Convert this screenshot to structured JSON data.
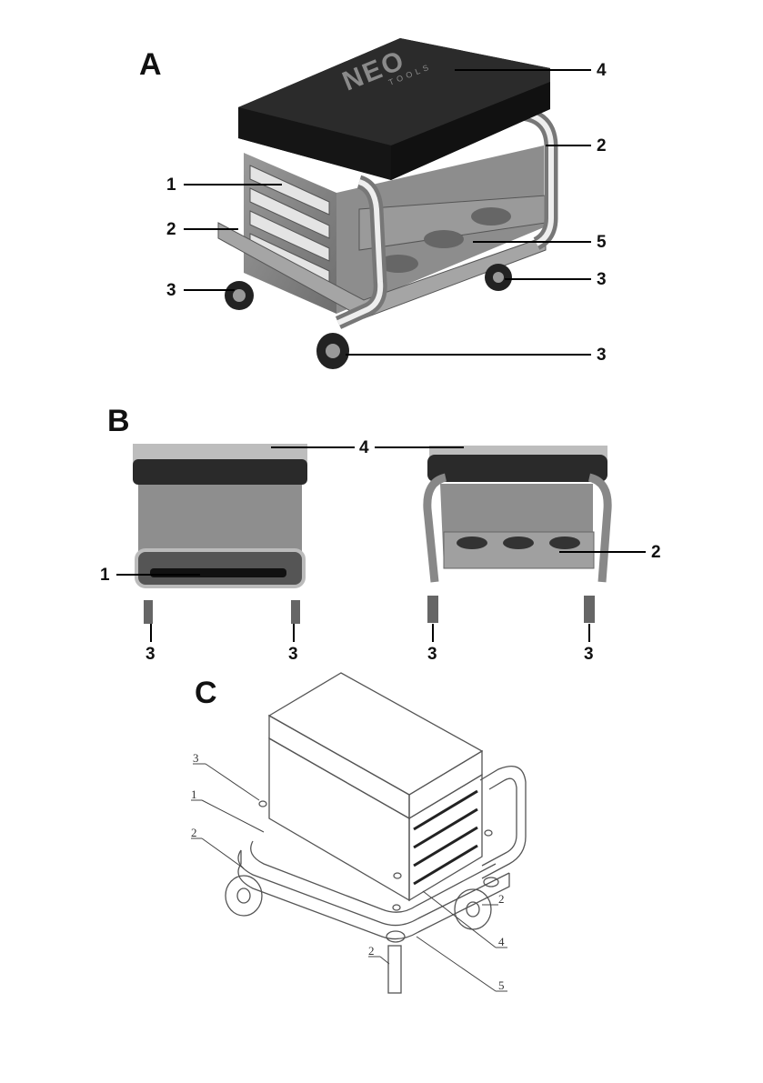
{
  "sections": {
    "a": "A",
    "b": "B",
    "c": "C"
  },
  "brand": {
    "logo": "NEO",
    "sub": "TOOLS"
  },
  "figure_a": {
    "labels": [
      "4",
      "2",
      "1",
      "2",
      "5",
      "3",
      "3",
      "3"
    ]
  },
  "figure_b": {
    "labels": [
      "4",
      "1",
      "2",
      "3",
      "3",
      "3",
      "3"
    ]
  },
  "figure_c": {
    "labels": [
      "3",
      "1",
      "2",
      "2",
      "4",
      "2",
      "5"
    ]
  }
}
